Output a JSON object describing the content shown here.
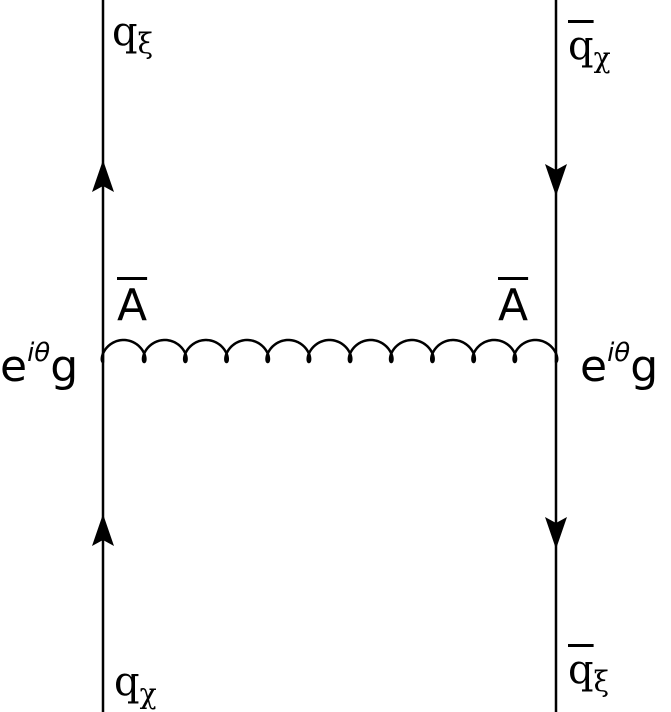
{
  "labels": {
    "top_left": {
      "base": "q",
      "sub": "ξ"
    },
    "top_right": {
      "base": "q",
      "sub": "χ",
      "bar": true
    },
    "bottom_left": {
      "base": "q",
      "sub": "χ"
    },
    "bottom_right": {
      "base": "q",
      "sub": "ξ",
      "bar": true
    },
    "vertex_left": {
      "base": "e",
      "sup": "iθ",
      "tail": "g"
    },
    "vertex_right": {
      "base": "e",
      "sup": "iθ",
      "tail": "g"
    },
    "gluon_left": "A",
    "gluon_right": "A"
  },
  "colors": {
    "line": "#000000",
    "background": "#ffffff"
  }
}
